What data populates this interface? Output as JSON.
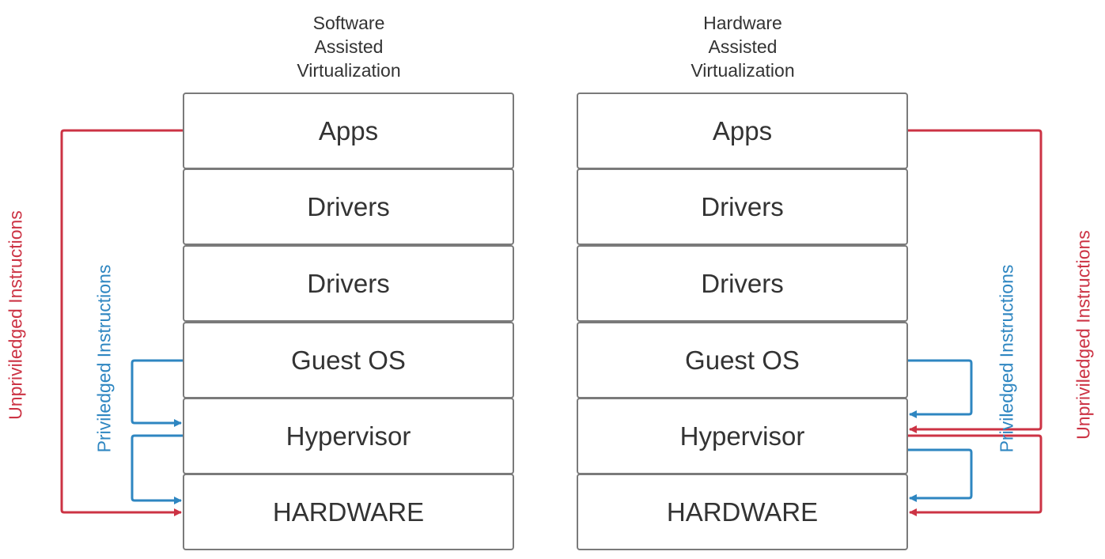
{
  "left": {
    "title": [
      "Software",
      "Assisted",
      "Virtualization"
    ],
    "layers": [
      "Apps",
      "Drivers",
      "Drivers",
      "Guest OS",
      "Hypervisor",
      "HARDWARE"
    ],
    "outer_label": "Unpriviledged Instructions",
    "inner_label": "Priviledged Instructions"
  },
  "right": {
    "title": [
      "Hardware",
      "Assisted",
      "Virtualization"
    ],
    "layers": [
      "Apps",
      "Drivers",
      "Drivers",
      "Guest OS",
      "Hypervisor",
      "HARDWARE"
    ],
    "outer_label": "Unpriviledged Instructions",
    "inner_label": "Priviledged Instructions"
  },
  "colors": {
    "unprivileged": "#cc3344",
    "privileged": "#2e86c1",
    "border": "#7a7a7a",
    "text": "#333333"
  }
}
